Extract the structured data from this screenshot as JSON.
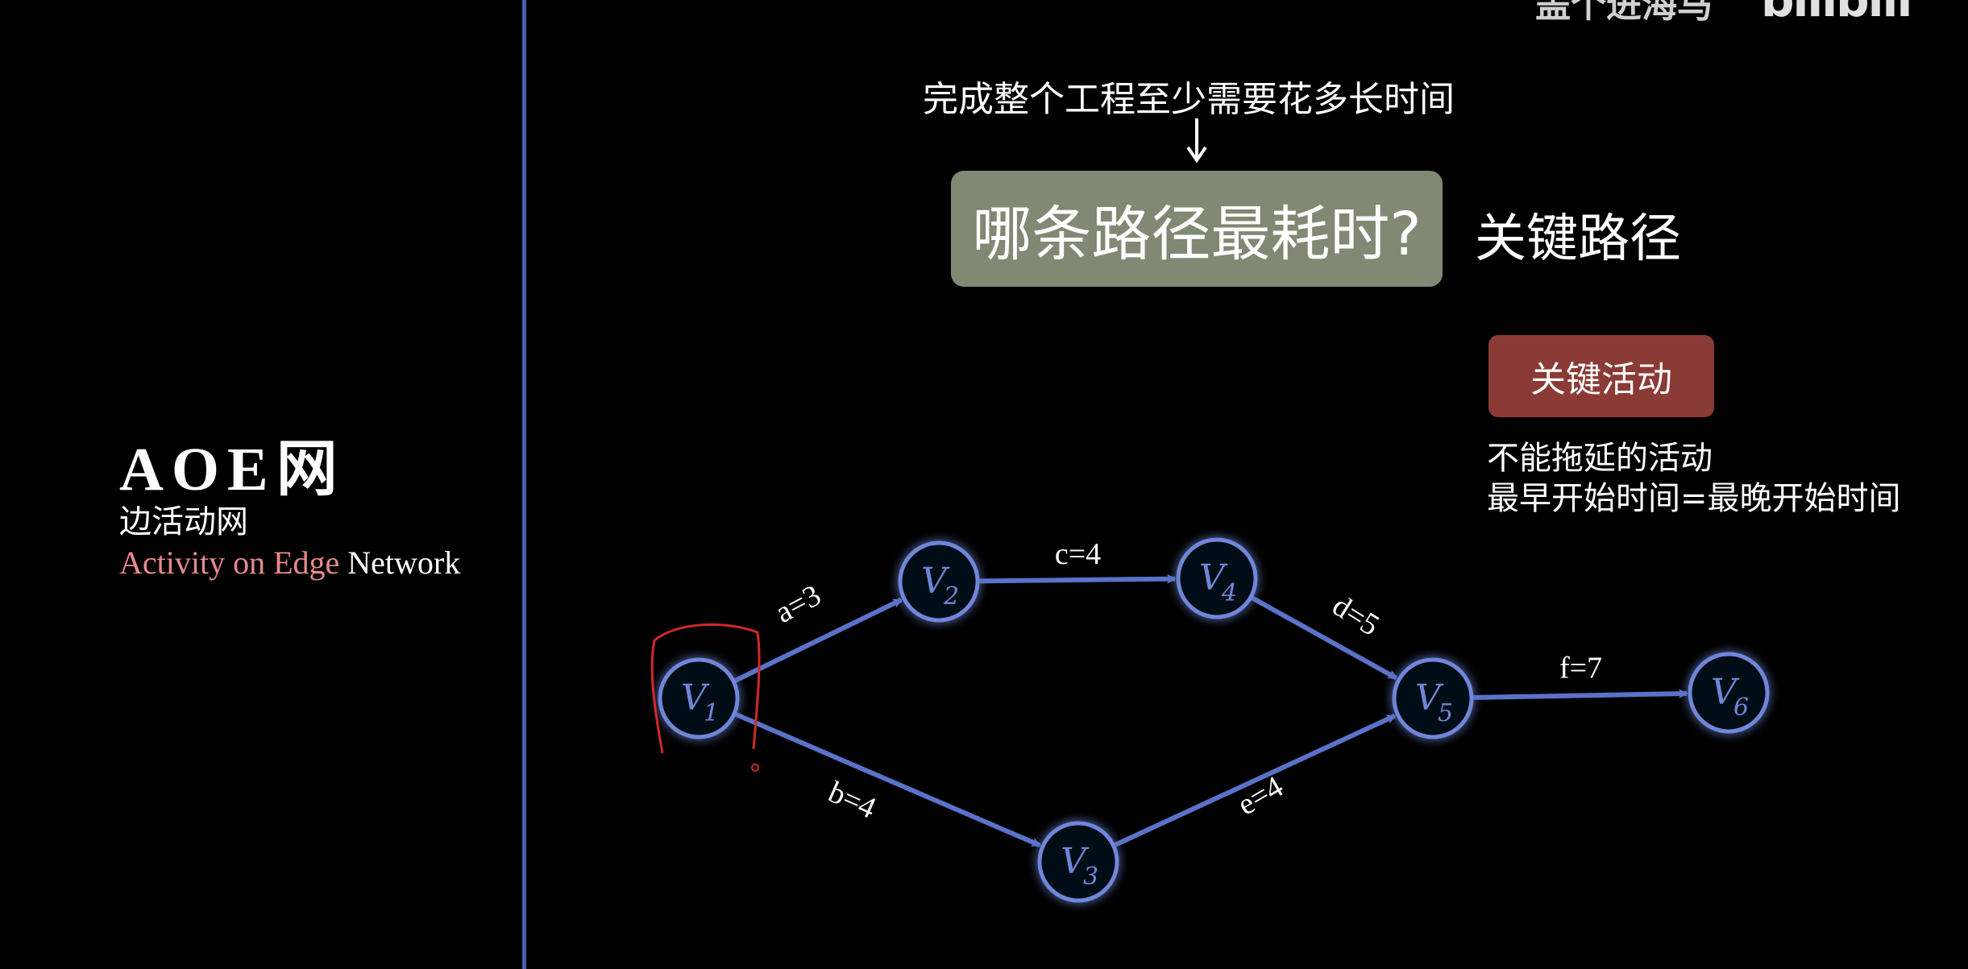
{
  "watermark": {
    "text": "盖个进海马",
    "logo": "bilibili"
  },
  "sidebar": {
    "title": "AOE网",
    "subtitle": "边活动网",
    "english_highlight": "Activity on Edge",
    "english_rest": " Network"
  },
  "main": {
    "question": "完成整个工程至少需要花多长时间",
    "box_text": "哪条路径最耗时?",
    "critical_path": "关键路径",
    "critical_activity": "关键活动",
    "desc_line1": "不能拖延的活动",
    "desc_line2": "最早开始时间=最晚开始时间"
  },
  "graph": {
    "nodes": [
      {
        "id": "V1",
        "base": "V",
        "sub": "1"
      },
      {
        "id": "V2",
        "base": "V",
        "sub": "2"
      },
      {
        "id": "V3",
        "base": "V",
        "sub": "3"
      },
      {
        "id": "V4",
        "base": "V",
        "sub": "4"
      },
      {
        "id": "V5",
        "base": "V",
        "sub": "5"
      },
      {
        "id": "V6",
        "base": "V",
        "sub": "6"
      }
    ],
    "edges": [
      {
        "from": "V1",
        "to": "V2",
        "label": "a=3"
      },
      {
        "from": "V1",
        "to": "V3",
        "label": "b=4"
      },
      {
        "from": "V2",
        "to": "V4",
        "label": "c=4"
      },
      {
        "from": "V4",
        "to": "V5",
        "label": "d=5"
      },
      {
        "from": "V3",
        "to": "V5",
        "label": "e=4"
      },
      {
        "from": "V5",
        "to": "V6",
        "label": "f=7"
      }
    ]
  },
  "colors": {
    "edge": "#5a72c8",
    "node": "#6f86d8",
    "annotation": "#d22828"
  }
}
